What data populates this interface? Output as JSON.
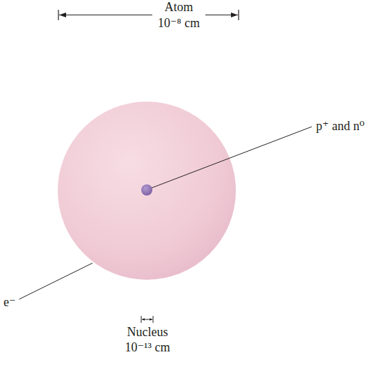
{
  "diagram": {
    "labels": [
      "Atom",
      "10⁻⁸ cm",
      "p⁺ and n⁰",
      "e⁻",
      "Nucleus",
      "10⁻¹³ cm"
    ]
  }
}
